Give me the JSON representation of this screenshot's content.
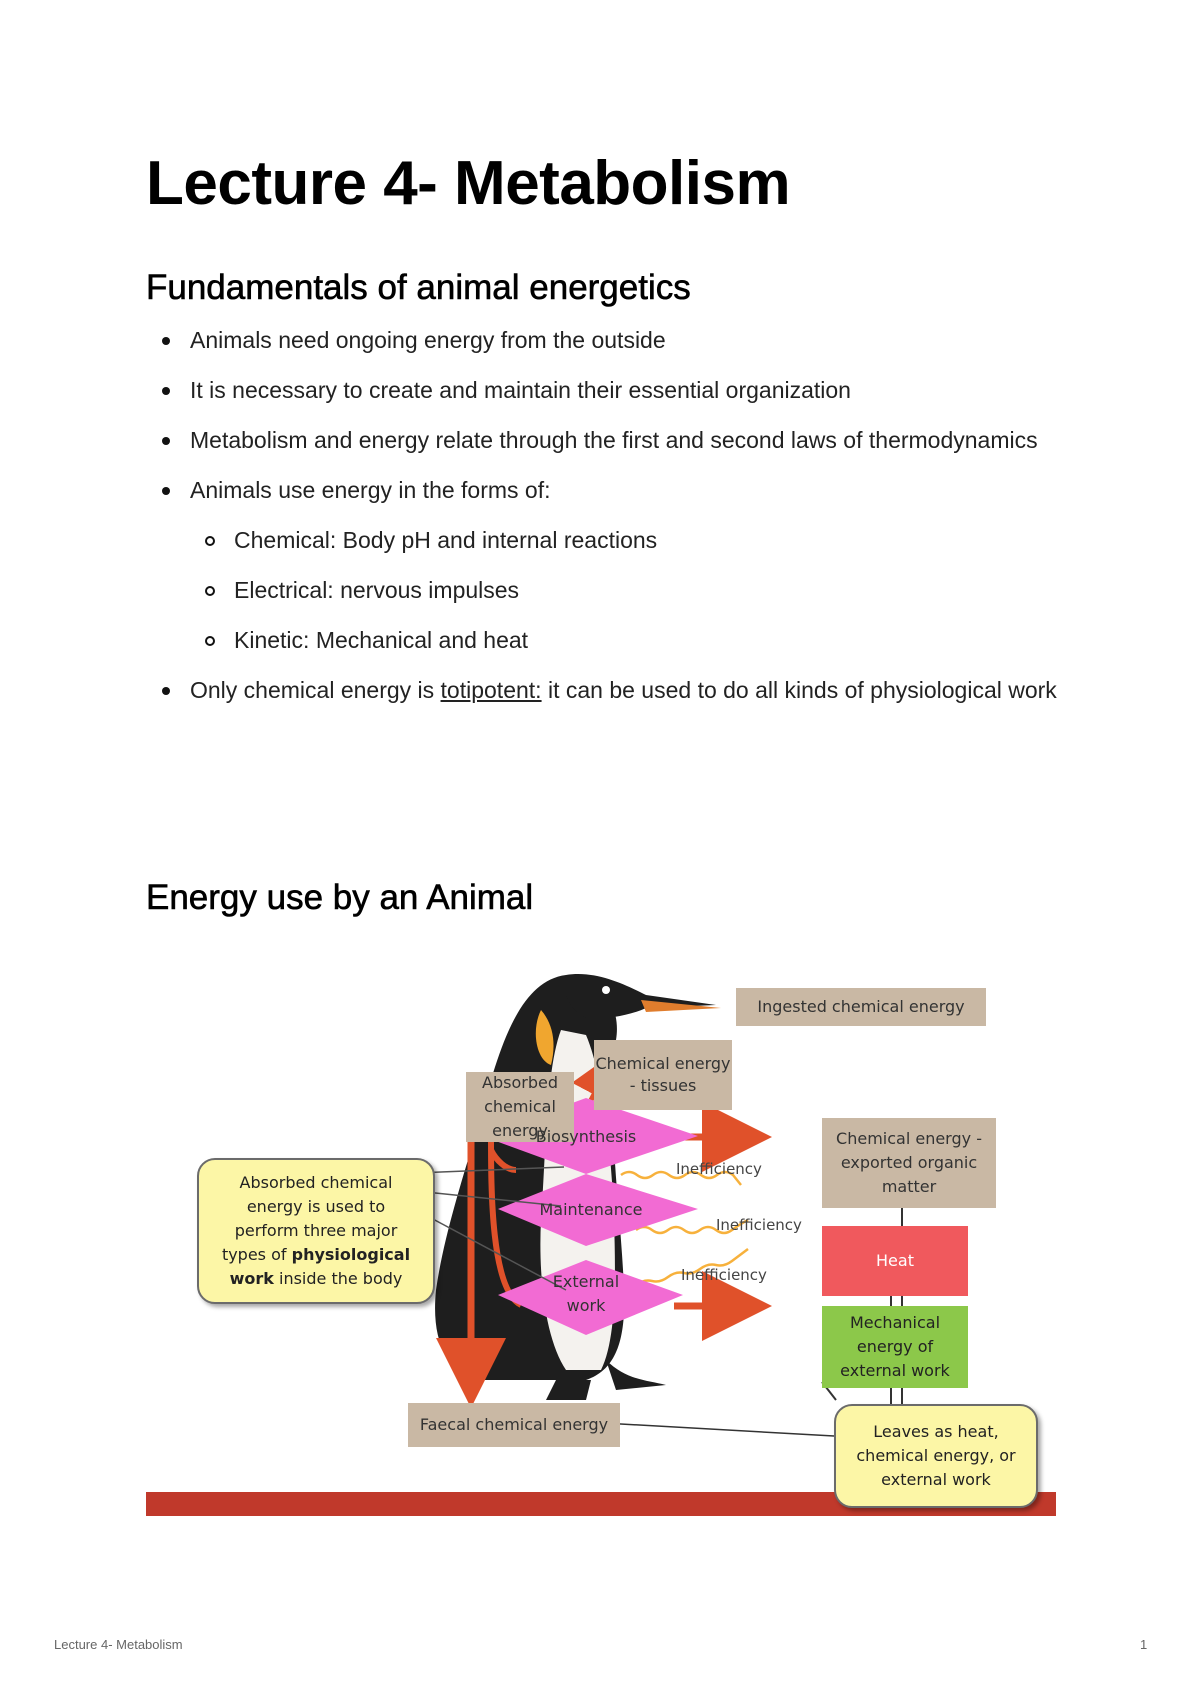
{
  "document": {
    "title": "Lecture 4- Metabolism",
    "sections": [
      {
        "heading": "Fundamentals of animal energetics",
        "bullets": [
          "Animals need ongoing energy from the outside",
          "It is necessary to create and maintain their essential organization",
          "Metabolism and energy relate through the first and second laws of thermodynamics",
          "Animals use energy in the forms of:"
        ],
        "sub_bullets": [
          "Chemical: Body pH and internal reactions",
          "Electrical: nervous impulses",
          "Kinetic: Mechanical and heat"
        ],
        "last_bullet": {
          "before": "Only chemical energy is ",
          "underlined": "totipotent:",
          "after": " it can be used to do all kinds of physiological work"
        }
      },
      {
        "heading": "Energy use by an Animal"
      }
    ]
  },
  "diagram": {
    "ingested": "Ingested chemical energy",
    "chem_tissues": "Chemical energy - tissues",
    "absorbed": "Absorbed chemical energy",
    "exported": "Chemical energy - exported organic matter",
    "heat": "Heat",
    "mechanical": "Mechanical energy of external work",
    "faecal": "Faecal chemical energy",
    "callout_left_parts": [
      "Absorbed chemical energy is used to perform three major types of ",
      "physiological",
      "work",
      " inside the body"
    ],
    "callout_right": "Leaves as heat, chemical energy, or external work",
    "biosynthesis": "Biosynthesis",
    "maintenance": "Maintenance",
    "external_work": "External work",
    "inefficiency": "Inefficiency",
    "colors": {
      "tan": "#c9b8a4",
      "magenta": "#f26bd3",
      "heat": "#f0595d",
      "green": "#8cc84a",
      "yellow": "#fcf6a6",
      "arrow": "#e0512a",
      "banner": "#c0392b"
    },
    "icons": [
      "penguin-illustration"
    ]
  },
  "footer": {
    "left": "Lecture 4- Metabolism",
    "page_number": "1"
  }
}
